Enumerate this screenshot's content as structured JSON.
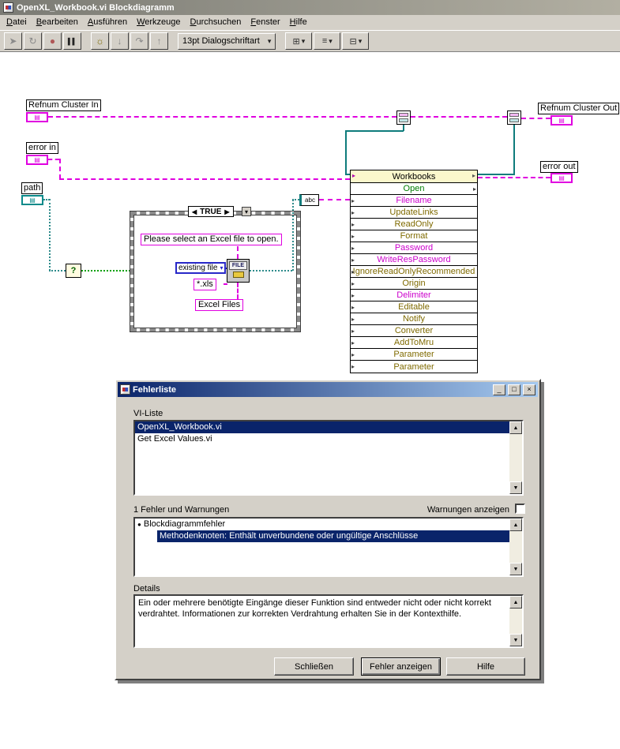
{
  "window": {
    "title": "OpenXL_Workbook.vi Blockdiagramm",
    "menu": [
      "Datei",
      "Bearbeiten",
      "Ausführen",
      "Werkzeuge",
      "Durchsuchen",
      "Fenster",
      "Hilfe"
    ],
    "toolbar": {
      "font_selector": "13pt Dialogschriftart"
    }
  },
  "icons": {
    "dropdown": "▾",
    "run": "➤",
    "run_continuous": "↻",
    "abort": "●",
    "pause": "▌▌",
    "highlight_execution": "☼",
    "step_into": "↓",
    "step_over": "↷",
    "step_out": "↑",
    "align": "⊞",
    "distribute": "≡",
    "reorder": "⊟",
    "minimize": "_",
    "maximize": "□",
    "close": "×",
    "scroll_up": "▲",
    "scroll_down": "▼",
    "param_arrow": "▸",
    "terminal_glyph": "▤",
    "caret_left": "◀",
    "caret_right": "▶"
  },
  "colors": {
    "chrome": "#d4d0c8",
    "selection_blue": "#0a246a",
    "wire_error_pink": "#e000e0",
    "wire_refnum_teal": "#0e7c7c",
    "wire_boolean_green": "#00a000",
    "method_green": "#007d00",
    "param_pink": "#cc00cc",
    "param_olive": "#7f6a00",
    "invoke_header_bg": "#fbf7cc"
  },
  "diagram": {
    "labels": {
      "refnum_cluster_in": "Refnum Cluster In",
      "error_in": "error in",
      "path": "path",
      "refnum_cluster_out": "Refnum Cluster Out",
      "error_out": "error out"
    },
    "case_structure": {
      "selector": "TRUE"
    },
    "prompt_constant": "Please select an Excel file to open.",
    "ring_constant": "existing file",
    "pattern_constant": "*.xls",
    "pattern_label_constant": "Excel Files",
    "file_dialog_label": "FILE",
    "string_convert_label": "abc",
    "selector_question": "?",
    "invoke_node": {
      "title": "Workbooks",
      "method": "Open",
      "params": [
        {
          "label": "Filename",
          "type": "pink"
        },
        {
          "label": "UpdateLinks",
          "type": "olive"
        },
        {
          "label": "ReadOnly",
          "type": "olive"
        },
        {
          "label": "Format",
          "type": "olive"
        },
        {
          "label": "Password",
          "type": "pink"
        },
        {
          "label": "WriteResPassword",
          "type": "pink"
        },
        {
          "label": "IgnoreReadOnlyRecommended",
          "type": "olive"
        },
        {
          "label": "Origin",
          "type": "olive"
        },
        {
          "label": "Delimiter",
          "type": "pink"
        },
        {
          "label": "Editable",
          "type": "olive"
        },
        {
          "label": "Notify",
          "type": "olive"
        },
        {
          "label": "Converter",
          "type": "olive"
        },
        {
          "label": "AddToMru",
          "type": "olive"
        },
        {
          "label": "Parameter",
          "type": "olive"
        },
        {
          "label": "Parameter",
          "type": "olive"
        }
      ]
    }
  },
  "dialog": {
    "title": "Fehlerliste",
    "vi_list_label": "VI-Liste",
    "vi_items": [
      "OpenXL_Workbook.vi",
      "Get Excel Values.vi"
    ],
    "errors_label": "1 Fehler und Warnungen",
    "warnings_label": "Warnungen anzeigen",
    "error_items": [
      {
        "bullet": "●",
        "text": "Blockdiagrammfehler"
      },
      {
        "text": "Methodenknoten: Enthält unverbundene oder ungültige Anschlüsse"
      }
    ],
    "details_label": "Details",
    "details_text": "Ein oder mehrere benötigte Eingänge dieser Funktion sind entweder nicht oder nicht korrekt verdrahtet. Informationen zur korrekten Verdrahtung erhalten Sie in der Kontexthilfe.",
    "buttons": [
      "Schließen",
      "Fehler anzeigen",
      "Hilfe"
    ]
  }
}
